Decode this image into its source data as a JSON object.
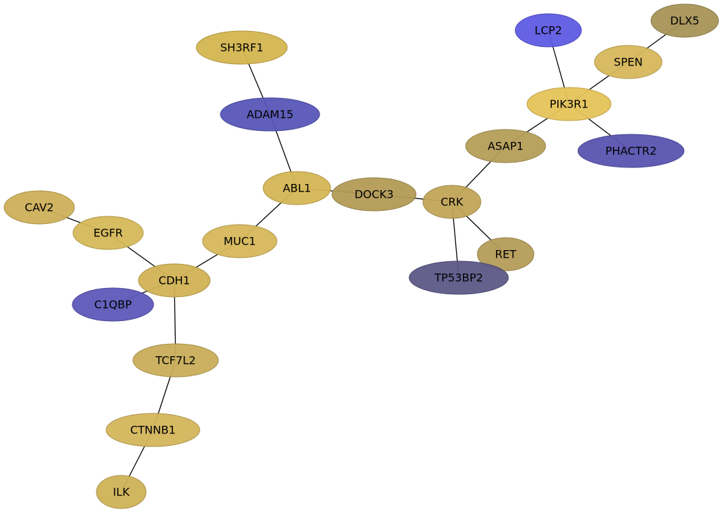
{
  "nodes": [
    {
      "id": "SH3RF1",
      "label": "SH3RF1",
      "fill": "#d4b54f"
    },
    {
      "id": "ADAM15",
      "label": "ADAM15",
      "fill": "#5756b8"
    },
    {
      "id": "ABL1",
      "label": "ABL1",
      "fill": "#d4b654"
    },
    {
      "id": "DOCK3",
      "label": "DOCK3",
      "fill": "#b39b55"
    },
    {
      "id": "CRK",
      "label": "CRK",
      "fill": "#c1a558"
    },
    {
      "id": "CAV2",
      "label": "CAV2",
      "fill": "#cdb059"
    },
    {
      "id": "EGFR",
      "label": "EGFR",
      "fill": "#d6b858"
    },
    {
      "id": "MUC1",
      "label": "MUC1",
      "fill": "#d6b75a"
    },
    {
      "id": "CDH1",
      "label": "CDH1",
      "fill": "#d1b254"
    },
    {
      "id": "C1QBP",
      "label": "C1QBP",
      "fill": "#5d58b9"
    },
    {
      "id": "TCF7L2",
      "label": "TCF7L2",
      "fill": "#c8ad58"
    },
    {
      "id": "CTNNB1",
      "label": "CTNNB1",
      "fill": "#d4b55b"
    },
    {
      "id": "ILK",
      "label": "ILK",
      "fill": "#cfb257"
    },
    {
      "id": "LCP2",
      "label": "LCP2",
      "fill": "#5e5be3"
    },
    {
      "id": "DLX5",
      "label": "DLX5",
      "fill": "#a79356"
    },
    {
      "id": "SPEN",
      "label": "SPEN",
      "fill": "#d6b75b"
    },
    {
      "id": "PIK3R1",
      "label": "PIK3R1",
      "fill": "#e5c358"
    },
    {
      "id": "ASAP1",
      "label": "ASAP1",
      "fill": "#b59e59"
    },
    {
      "id": "PHACTR2",
      "label": "PHACTR2",
      "fill": "#5854b0"
    },
    {
      "id": "RET",
      "label": "RET",
      "fill": "#b59c59"
    },
    {
      "id": "TP53BP2",
      "label": "TP53BP2",
      "fill": "#5d5887"
    }
  ],
  "edges": [
    [
      "SH3RF1",
      "ADAM15"
    ],
    [
      "ADAM15",
      "ABL1"
    ],
    [
      "ABL1",
      "DOCK3"
    ],
    [
      "ABL1",
      "MUC1"
    ],
    [
      "DOCK3",
      "CRK"
    ],
    [
      "CRK",
      "ASAP1"
    ],
    [
      "CRK",
      "RET"
    ],
    [
      "CRK",
      "TP53BP2"
    ],
    [
      "ASAP1",
      "PIK3R1"
    ],
    [
      "PIK3R1",
      "LCP2"
    ],
    [
      "PIK3R1",
      "SPEN"
    ],
    [
      "PIK3R1",
      "PHACTR2"
    ],
    [
      "SPEN",
      "DLX5"
    ],
    [
      "CAV2",
      "EGFR"
    ],
    [
      "EGFR",
      "CDH1"
    ],
    [
      "MUC1",
      "CDH1"
    ],
    [
      "CDH1",
      "C1QBP"
    ],
    [
      "CDH1",
      "TCF7L2"
    ],
    [
      "TCF7L2",
      "CTNNB1"
    ],
    [
      "CTNNB1",
      "ILK"
    ]
  ]
}
